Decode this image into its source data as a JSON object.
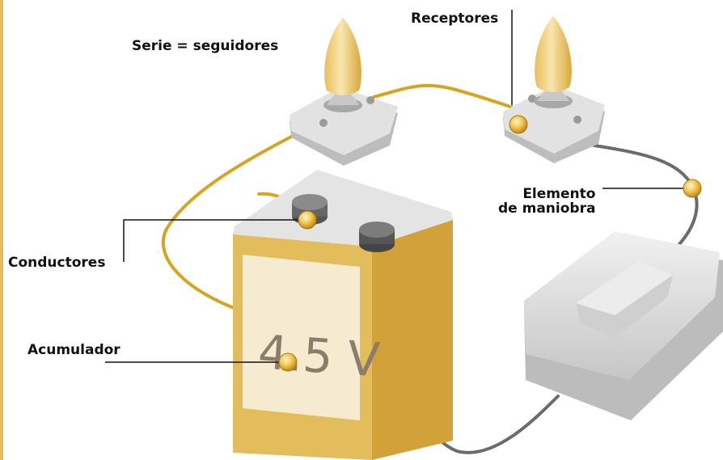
{
  "labels": {
    "series": "Serie = seguidores",
    "receptors": "Receptores",
    "switch_element_line1": "Elemento",
    "switch_element_line2": "de maniobra",
    "conductors": "Conductores",
    "accumulator": "Acumulador"
  },
  "battery": {
    "voltage": "4.5 V"
  },
  "colors": {
    "battery_body": "#e3bd5c",
    "battery_side": "#d2a23a",
    "battery_panel": "#f6ead0",
    "battery_top": "#c9c9c9",
    "wire_gold": "#d6a41e",
    "wire_gray": "#6b6b6b",
    "bulb_glass": "#f0cf7c",
    "socket": "#d7d7d7",
    "switch_body": "#dcdcdc",
    "marker": "#f2c34a",
    "accent_rule": "#e3bd5c"
  }
}
